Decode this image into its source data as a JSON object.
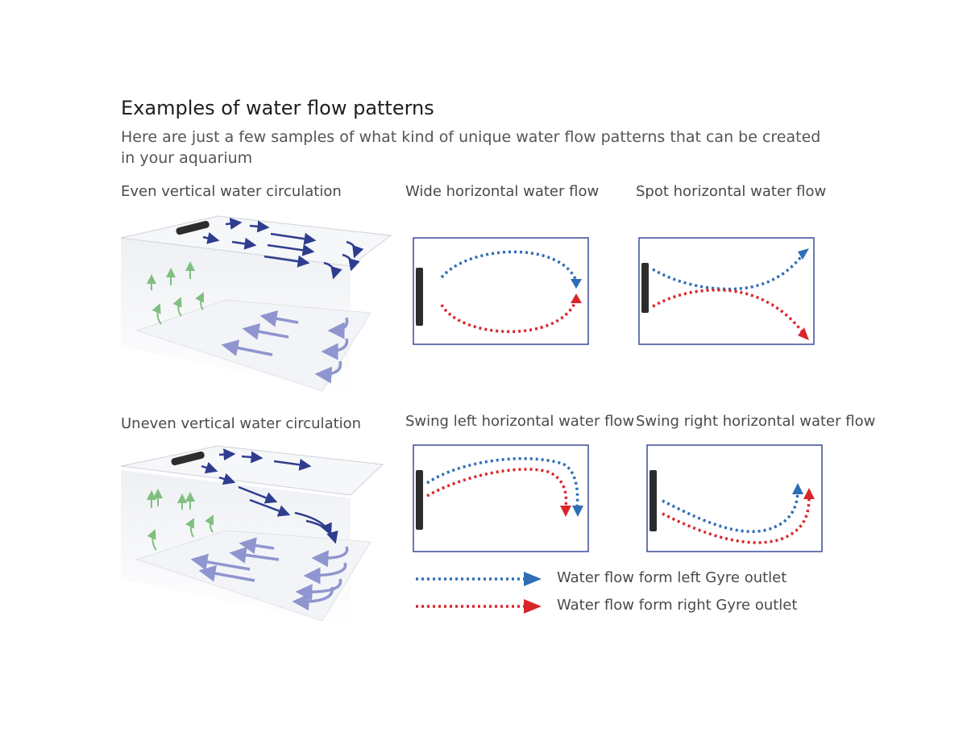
{
  "header": {
    "title": "Examples of water flow patterns",
    "subtitle": "Here are just a few samples of what kind of unique water flow patterns that can be created in your aquarium"
  },
  "patterns": {
    "even_vertical": "Even vertical water circulation",
    "uneven_vertical": "Uneven vertical water circulation",
    "wide_horizontal": "Wide horizontal water flow",
    "spot_horizontal": "Spot horizontal water flow",
    "swing_left": "Swing left horizontal water flow",
    "swing_right": "Swing right horizontal water flow"
  },
  "legend": {
    "left_outlet": "Water flow form left Gyre outlet",
    "right_outlet": "Water flow form right Gyre outlet"
  },
  "colors": {
    "blue_flow": "#2f6db5",
    "red_flow": "#d9262b",
    "panel_border": "#3b4a9a",
    "pump": "#2d2d2d",
    "navy_arrow": "#2f3d8f",
    "lilac_arrow": "#8f95cf",
    "green_arrow": "#7fbf7f"
  }
}
